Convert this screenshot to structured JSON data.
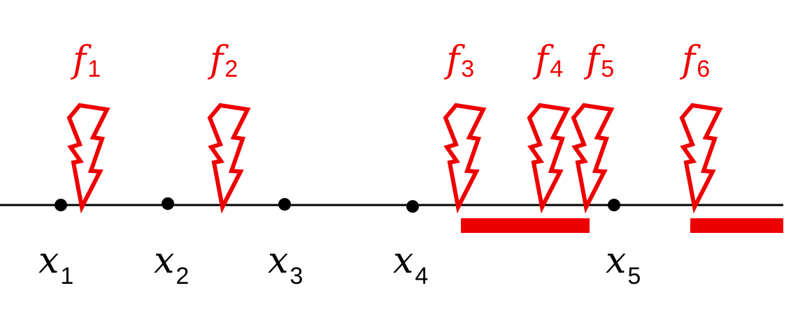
{
  "colors": {
    "line": "#000000",
    "accent": "#ee0000"
  },
  "points": [
    {
      "var": "x",
      "sub": "1"
    },
    {
      "var": "x",
      "sub": "2"
    },
    {
      "var": "x",
      "sub": "3"
    },
    {
      "var": "x",
      "sub": "4"
    },
    {
      "var": "x",
      "sub": "5"
    }
  ],
  "failures": [
    {
      "var": "f",
      "sub": "1",
      "icon": "lightning-bolt-icon"
    },
    {
      "var": "f",
      "sub": "2",
      "icon": "lightning-bolt-icon"
    },
    {
      "var": "f",
      "sub": "3",
      "icon": "lightning-bolt-icon"
    },
    {
      "var": "f",
      "sub": "4",
      "icon": "lightning-bolt-icon"
    },
    {
      "var": "f",
      "sub": "5",
      "icon": "lightning-bolt-icon"
    },
    {
      "var": "f",
      "sub": "6",
      "icon": "lightning-bolt-icon"
    }
  ]
}
